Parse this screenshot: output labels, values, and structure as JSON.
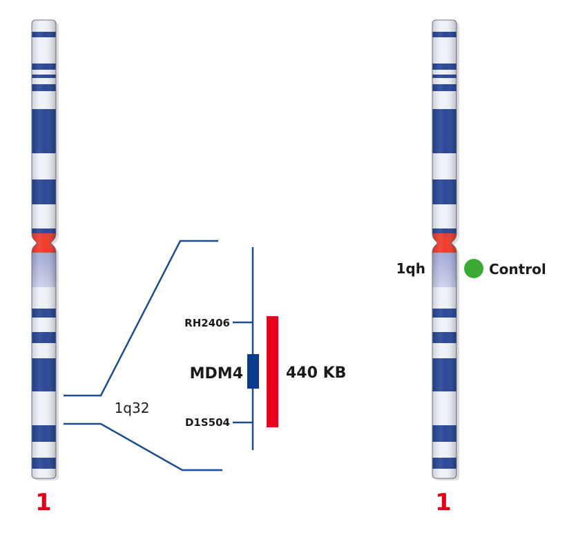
{
  "colors": {
    "band_dark": "#1e3f91",
    "band_light": "#eef0f8",
    "centromere": "#ee3322",
    "line": "#1a4a90",
    "gene_box": "#0c3a8c",
    "probe_bar": "#e8001c",
    "control_dot": "#3aaa35",
    "chrom_label": "#e0001a",
    "text": "#1a1a1a"
  },
  "left_chromosome": {
    "number_label": "1",
    "region_label": "1q32"
  },
  "zoom": {
    "marker_top": "RH2406",
    "gene": "MDM4",
    "marker_bottom": "D1S504",
    "probe_size": "440 KB"
  },
  "right_chromosome": {
    "number_label": "1",
    "region_label": "1qh",
    "control_label": "Control"
  }
}
